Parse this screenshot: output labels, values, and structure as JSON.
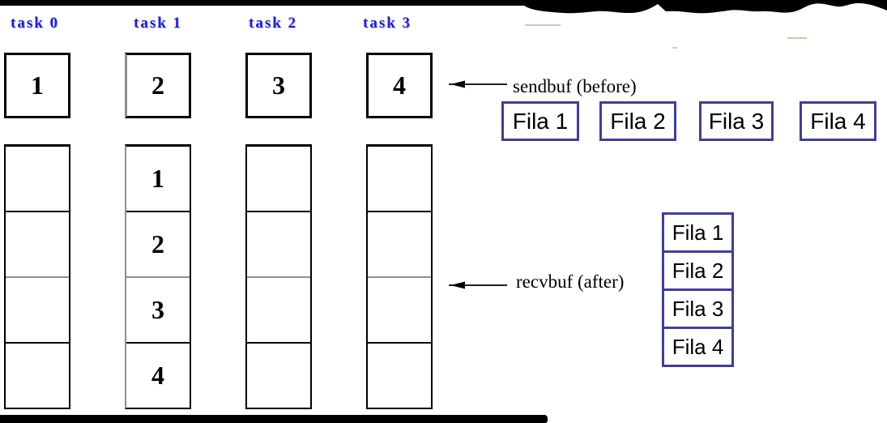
{
  "columns": [
    {
      "task_label": "task 0",
      "sendbuf_value": "1",
      "recvbuf_cells": [
        "",
        "",
        "",
        ""
      ]
    },
    {
      "task_label": "task 1",
      "sendbuf_value": "2",
      "recvbuf_cells": [
        "1",
        "2",
        "3",
        "4"
      ]
    },
    {
      "task_label": "task 2",
      "sendbuf_value": "3",
      "recvbuf_cells": [
        "",
        "",
        "",
        ""
      ]
    },
    {
      "task_label": "task 3",
      "sendbuf_value": "4",
      "recvbuf_cells": [
        "",
        "",
        "",
        ""
      ]
    }
  ],
  "annotations": {
    "sendbuf_label": "sendbuf (before)",
    "recvbuf_label": "recvbuf (after)"
  },
  "fila_row": [
    "Fila 1",
    "Fila 2",
    "Fila 3",
    "Fila 4"
  ],
  "fila_stack": [
    "Fila 1",
    "Fila 2",
    "Fila 3",
    "Fila 4"
  ],
  "colors": {
    "task_label_blue": "#1e1ee0",
    "fila_border_blue": "#3e3e9f",
    "box_border_black": "#000000",
    "gray_divider": "#8f8f8f"
  }
}
